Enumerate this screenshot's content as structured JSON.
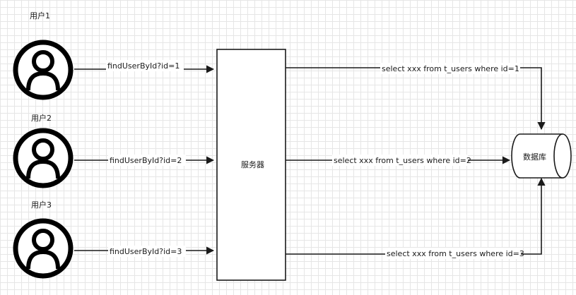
{
  "users": [
    {
      "label": "用户1",
      "request": "findUserById?id=1",
      "query": "select xxx from t_users where id=1"
    },
    {
      "label": "用户2",
      "request": "findUserById?id=2",
      "query": "select xxx from t_users where id=2"
    },
    {
      "label": "用户3",
      "request": "findUserById?id=3",
      "query": "select xxx from t_users where id=3"
    }
  ],
  "server": {
    "label": "服务器"
  },
  "database": {
    "label": "数据库"
  },
  "icons": {
    "user": "user-icon",
    "database": "database-cylinder-icon"
  }
}
